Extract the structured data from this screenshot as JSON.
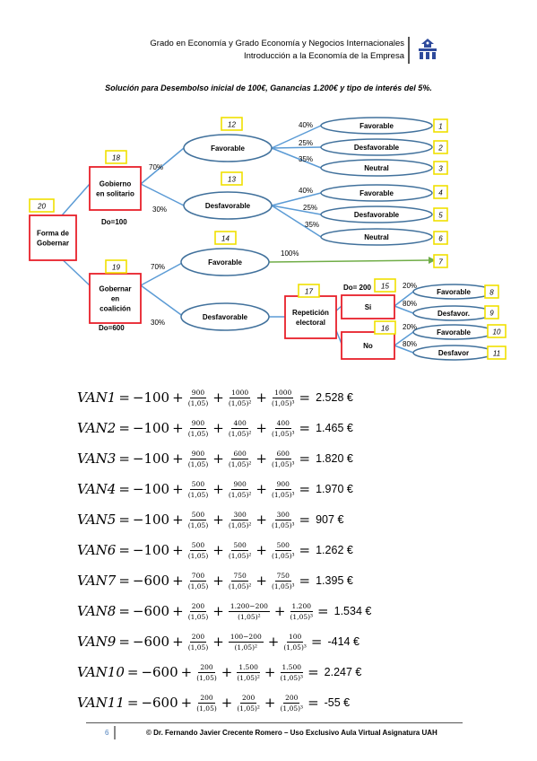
{
  "header": {
    "line1": "Grado en Economía y Grado Economía y Negocios Internacionales",
    "line2": "Introducción a la Economía de la Empresa"
  },
  "subtitle": "Solución para Desembolso inicial de 100€, Ganancias 1.200€ y tipo de interés del 5%.",
  "tree": {
    "decision_nodes": [
      {
        "id": "gob",
        "lines": [
          "Forma de",
          "Gobernar"
        ],
        "tag": "20"
      },
      {
        "id": "sol",
        "lines": [
          "Gobierno",
          "en solitario"
        ],
        "tag": "18"
      },
      {
        "id": "coa",
        "lines": [
          "Gobernar",
          "en",
          "coalición"
        ],
        "tag": "19"
      },
      {
        "id": "rep",
        "lines": [
          "Repetición",
          "electoral"
        ],
        "tag": "17"
      },
      {
        "id": "si",
        "lines": [
          "Si"
        ],
        "tag": "15"
      },
      {
        "id": "no",
        "lines": [
          "No"
        ],
        "tag": "16"
      }
    ],
    "chance_nodes": [
      {
        "id": "c12",
        "label": "Favorable",
        "tag": "12"
      },
      {
        "id": "c13",
        "label": "Desfavorable",
        "tag": "13"
      },
      {
        "id": "c14",
        "label": "Favorable",
        "tag": "14"
      },
      {
        "id": "cdes",
        "label": "Desfavorable",
        "tag": ""
      }
    ],
    "outcomes": [
      {
        "label": "Favorable",
        "tag": "1"
      },
      {
        "label": "Desfavorable",
        "tag": "2"
      },
      {
        "label": "Neutral",
        "tag": "3"
      },
      {
        "label": "Favorable",
        "tag": "4"
      },
      {
        "label": "Desfavorable",
        "tag": "5"
      },
      {
        "label": "Neutral",
        "tag": "6"
      },
      {
        "label": "",
        "tag": "7"
      },
      {
        "label": "Favorable",
        "tag": "8"
      },
      {
        "label": "Desfavor.",
        "tag": "9"
      },
      {
        "label": "Favorable",
        "tag": "10"
      },
      {
        "label": "Desfavor",
        "tag": "11"
      }
    ],
    "probabilities": [
      "70%",
      "30%",
      "40%",
      "25%",
      "35%",
      "40%",
      "25%",
      "35%",
      "70%",
      "30%",
      "100%",
      "20%",
      "80%",
      "20%",
      "80%"
    ],
    "outlays": [
      "Do=100",
      "Do=600",
      "Do= 200"
    ]
  },
  "formulas": [
    {
      "lhs": "VAN1",
      "d0": "−100",
      "n1": "900",
      "n2": "1000",
      "n3": "1000",
      "result": "2.528 €"
    },
    {
      "lhs": "VAN2",
      "d0": "−100",
      "n1": "900",
      "n2": "400",
      "n3": "400",
      "result": "1.465 €"
    },
    {
      "lhs": "VAN3",
      "d0": "−100",
      "n1": "900",
      "n2": "600",
      "n3": "600",
      "result": "1.820 €"
    },
    {
      "lhs": "VAN4",
      "d0": "−100",
      "n1": "500",
      "n2": "900",
      "n3": "900",
      "result": "1.970 €"
    },
    {
      "lhs": "VAN5",
      "d0": "−100",
      "n1": "500",
      "n2": "300",
      "n3": "300",
      "result": "907 €"
    },
    {
      "lhs": "VAN6",
      "d0": "−100",
      "n1": "500",
      "n2": "500",
      "n3": "500",
      "result": "1.262 €"
    },
    {
      "lhs": "VAN7",
      "d0": "−600",
      "n1": "700",
      "n2": "750",
      "n3": "750",
      "result": "1.395 €"
    },
    {
      "lhs": "VAN8",
      "d0": "−600",
      "n1": "200",
      "n2": "1.200−200",
      "n3": "1.200",
      "result": "1.534 €"
    },
    {
      "lhs": "VAN9",
      "d0": "−600",
      "n1": "200",
      "n2": "100−200",
      "n3": "100",
      "result": "-414 €"
    },
    {
      "lhs": "VAN10",
      "d0": "−600",
      "n1": "200",
      "n2": "1.500",
      "n3": "1.500",
      "result": "2.247 €"
    },
    {
      "lhs": "VAN11",
      "d0": "−600",
      "n1": "200",
      "n2": "200",
      "n3": "200",
      "result": "-55 €"
    }
  ],
  "denominators": [
    "(1,05)",
    "(1,05)²",
    "(1,05)³"
  ],
  "footer": {
    "page": "6",
    "text": "© Dr. Fernando Javier Crecente Romero – Uso Exclusivo Aula Virtual Asignatura UAH"
  }
}
